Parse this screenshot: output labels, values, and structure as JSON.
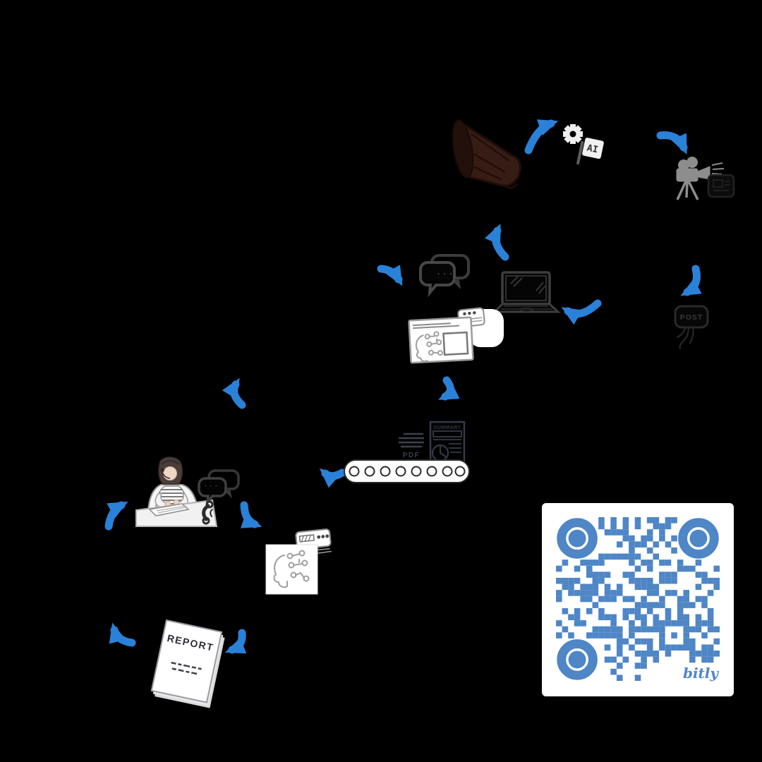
{
  "colors": {
    "background": "#000000",
    "arrow": "#2a81d8",
    "qr_blue": "#4e86c6",
    "megaphone": "#371c16",
    "camera_gray": "#8d8d8d"
  },
  "diagram": {
    "type": "workflow-cycle",
    "nodes": [
      {
        "id": "megaphone",
        "icon": "megaphone-icon"
      },
      {
        "id": "ai-gear",
        "icon": "gear-icon"
      },
      {
        "id": "ai-card",
        "icon": "ai-flag-icon",
        "label": "AI"
      },
      {
        "id": "video-camera",
        "icon": "video-camera-icon"
      },
      {
        "id": "post-sign",
        "icon": "post-sign-icon",
        "label": "POST"
      },
      {
        "id": "laptop",
        "icon": "laptop-icon"
      },
      {
        "id": "chat-bubbles",
        "icon": "chat-bubbles-icon",
        "label": "· · ·"
      },
      {
        "id": "ai-browser",
        "icon": "ai-browser-icon"
      },
      {
        "id": "pdf-block",
        "icon": "pdf-text-icon",
        "label": "PDF"
      },
      {
        "id": "summary-doc",
        "icon": "summary-document-icon",
        "label": "SUMMARY"
      },
      {
        "id": "conveyor",
        "icon": "conveyor-belt-icon"
      },
      {
        "id": "support-agent",
        "icon": "support-agent-icon"
      },
      {
        "id": "phone",
        "icon": "phone-handset-icon"
      },
      {
        "id": "ai-brain",
        "icon": "ai-brain-card-icon"
      },
      {
        "id": "server",
        "icon": "server-icon"
      },
      {
        "id": "report",
        "icon": "report-document-icon",
        "label": "REPORT"
      },
      {
        "id": "qr-code",
        "icon": "qr-code",
        "label": "bitly"
      }
    ]
  },
  "labels": {
    "ai_card": "AI",
    "post_sign": "POST",
    "pdf": "PDF",
    "summary_title": "SUMMARY",
    "report_title": "REPORT",
    "chat_dots": "· · ·",
    "chat_dots_small": "· · ·",
    "qr_brand": "bitly"
  },
  "qr": {
    "brand": "bitly",
    "color": "#4e86c6",
    "grid": 27,
    "fill_ratio": 0.47,
    "seed": 73
  }
}
